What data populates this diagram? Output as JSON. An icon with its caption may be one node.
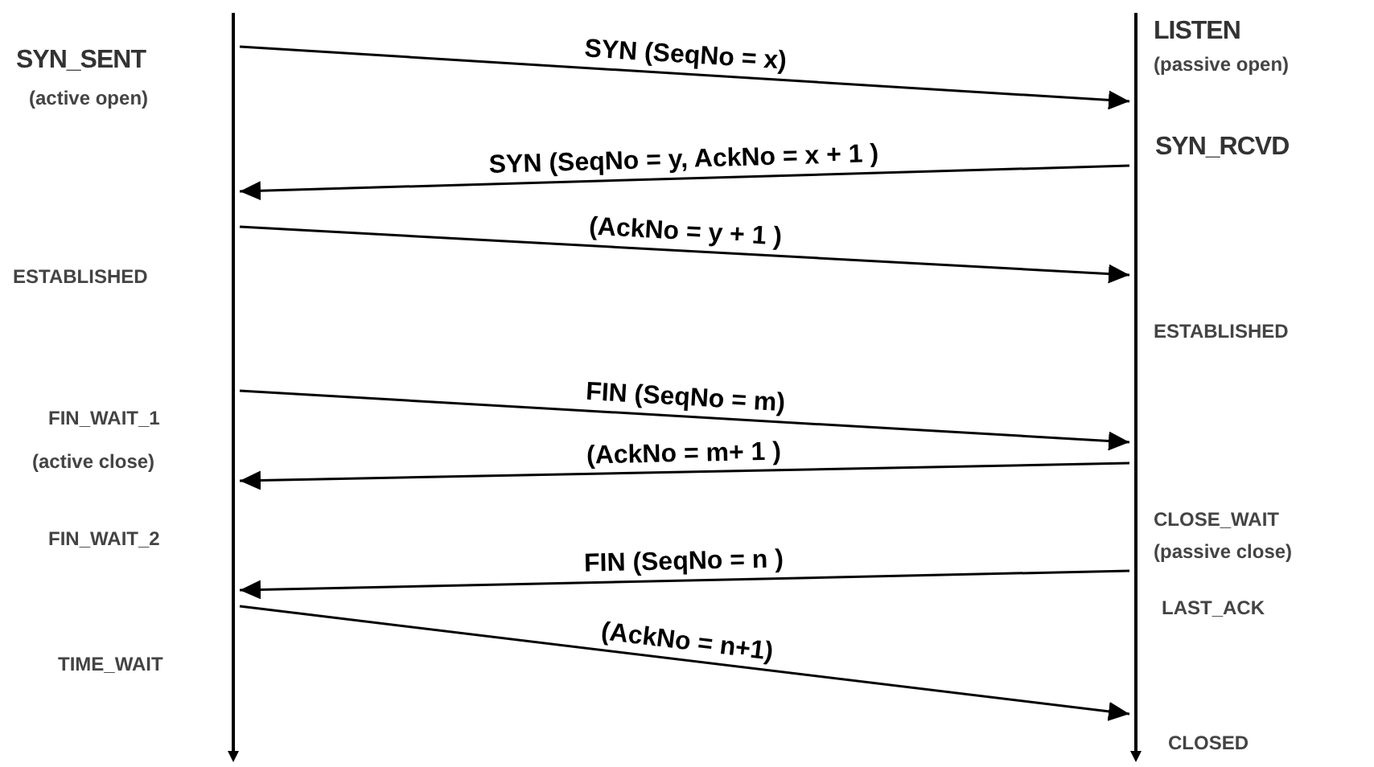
{
  "diagram": {
    "nodes": [
      {
        "text": [],
        "shape": "bar"
      },
      {
        "text": [],
        "shape": "bar"
      }
    ],
    "labels": [
      "LISTEN",
      "SYN_SENT",
      "(passive open)",
      "(active open)",
      "SYN_RCVD",
      "ESTABLISHED",
      "ESTABLISHED",
      "FIN_WAIT_1",
      "(active close)",
      "CLOSE_WAIT",
      "FIN_WAIT_2",
      "(passive close)",
      "LAST_ACK",
      "TIME_WAIT",
      "CLOSED"
    ],
    "edges": [
      {
        "from": 0,
        "to": 1,
        "arrow": "to",
        "label": "SYN (SeqNo = x)"
      },
      {
        "from": 1,
        "to": 0,
        "arrow": "to",
        "label": "SYN (SeqNo = y, AckNo = x + 1 )"
      },
      {
        "from": 0,
        "to": 1,
        "arrow": "to",
        "label": "(AckNo = y + 1 )"
      },
      {
        "from": 0,
        "to": 1,
        "arrow": "to",
        "label": "FIN (SeqNo = m)"
      },
      {
        "from": 1,
        "to": 0,
        "arrow": "to",
        "label": "(AckNo = m+ 1 )"
      },
      {
        "from": 1,
        "to": 0,
        "arrow": "to",
        "label": "FIN (SeqNo = n )"
      },
      {
        "from": 0,
        "to": 1,
        "arrow": "to",
        "label": "(AckNo = n+1)"
      }
    ]
  }
}
